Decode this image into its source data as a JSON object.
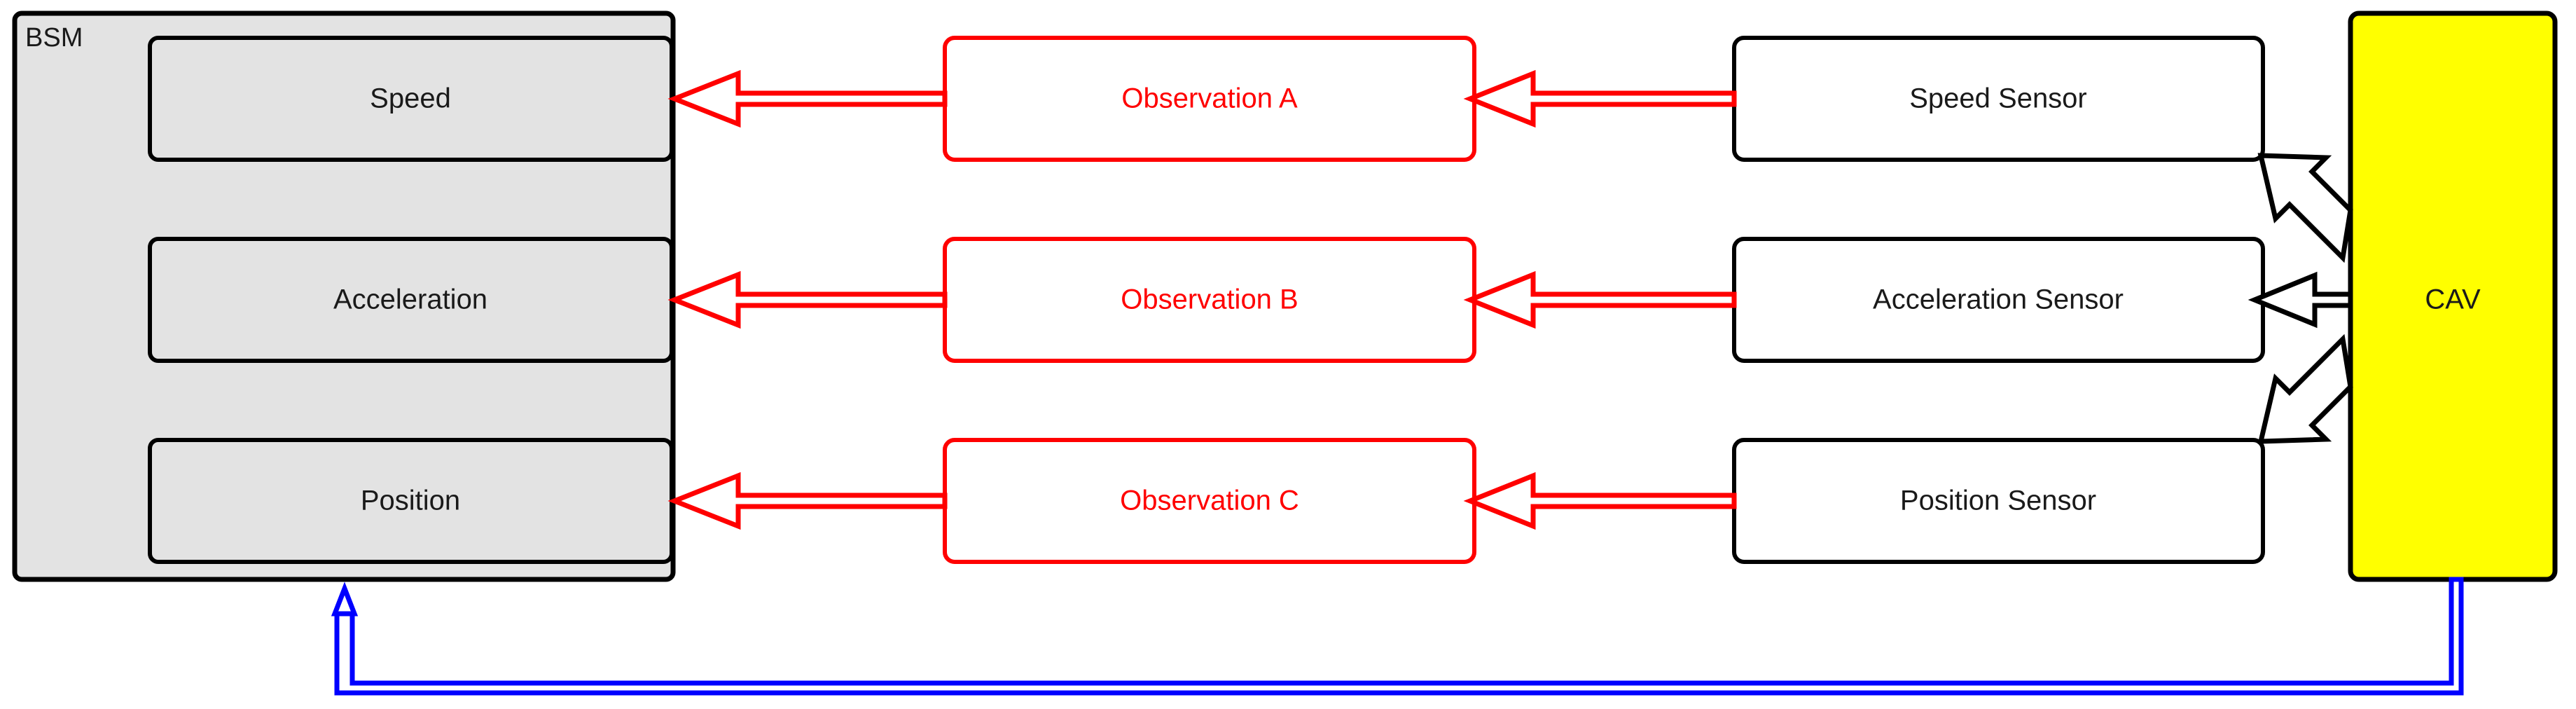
{
  "diagram": {
    "title": "BSM sensor observation dataflow",
    "background": "#ffffff",
    "colors": {
      "bsm_fill": "#e3e3e3",
      "bsm_stroke": "#000000",
      "inner_fill": "#e3e3e3",
      "inner_stroke": "#000000",
      "observation_stroke": "#ff0000",
      "observation_fill": "#ffffff",
      "observation_text": "#ff0000",
      "sensor_stroke": "#000000",
      "sensor_fill": "#ffffff",
      "sensor_text": "#1a1a1a",
      "cav_fill": "#ffff00",
      "cav_stroke": "#000000",
      "cav_text": "#1a1a1a",
      "feedback_arrow": "#0000ff",
      "sensor_arrow": "#000000",
      "observation_arrow": "#ff0000"
    },
    "bsm_group": {
      "label": "BSM",
      "fields": [
        {
          "label": "Speed"
        },
        {
          "label": "Acceleration"
        },
        {
          "label": "Position"
        }
      ]
    },
    "observations": [
      {
        "label": "Observation A"
      },
      {
        "label": "Observation B"
      },
      {
        "label": "Observation C"
      }
    ],
    "sensors": [
      {
        "label": "Speed Sensor"
      },
      {
        "label": "Acceleration Sensor"
      },
      {
        "label": "Position Sensor"
      }
    ],
    "vehicle": {
      "label": "CAV"
    },
    "connectors": {
      "observation_to_bsm": [
        {
          "name": "observation-a-to-speed"
        },
        {
          "name": "observation-b-to-acceleration"
        },
        {
          "name": "observation-c-to-position"
        }
      ],
      "sensor_to_observation": [
        {
          "name": "speed-sensor-to-observation-a"
        },
        {
          "name": "acceleration-sensor-to-observation-b"
        },
        {
          "name": "position-sensor-to-observation-c"
        }
      ],
      "cav_to_sensor": [
        {
          "name": "cav-to-speed-sensor"
        },
        {
          "name": "cav-to-acceleration-sensor"
        },
        {
          "name": "cav-to-position-sensor"
        }
      ],
      "bsm_feedback": {
        "name": "cav-to-bsm-feedback"
      }
    }
  }
}
